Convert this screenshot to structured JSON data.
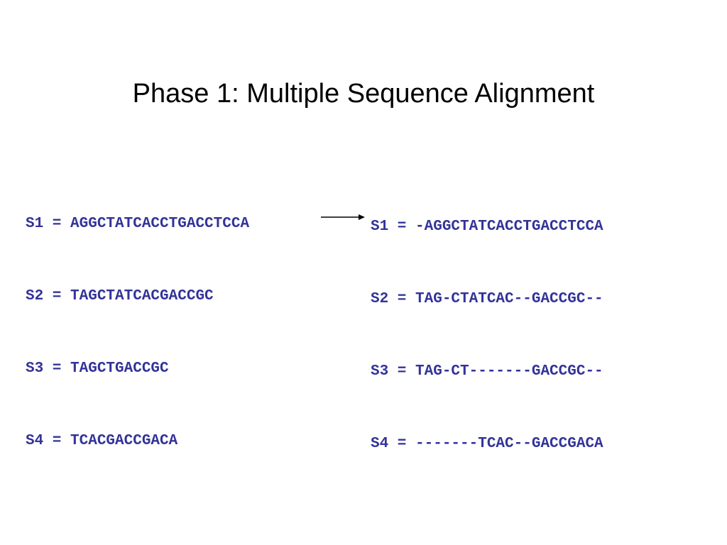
{
  "slide": {
    "title": "Phase 1: Multiple Sequence Alignment"
  },
  "input_sequences": [
    "S1 = AGGCTATCACCTGACCTCCA",
    "S2 = TAGCTATCACGACCGC",
    "S3 = TAGCTGACCGC",
    "S4 = TCACGACCGACA"
  ],
  "aligned_sequences": [
    "S1 = -AGGCTATCACCTGACCTCCA",
    "S2 = TAG-CTATCAC--GACCGC--",
    "S3 = TAG-CT-------GACCGC--",
    "S4 = -------TCAC--GACCGACA"
  ],
  "colors": {
    "sequence_text": "#333399",
    "title_text": "#000000",
    "arrow": "#000000"
  },
  "icons": {
    "transform_arrow": "right-arrow-icon"
  }
}
